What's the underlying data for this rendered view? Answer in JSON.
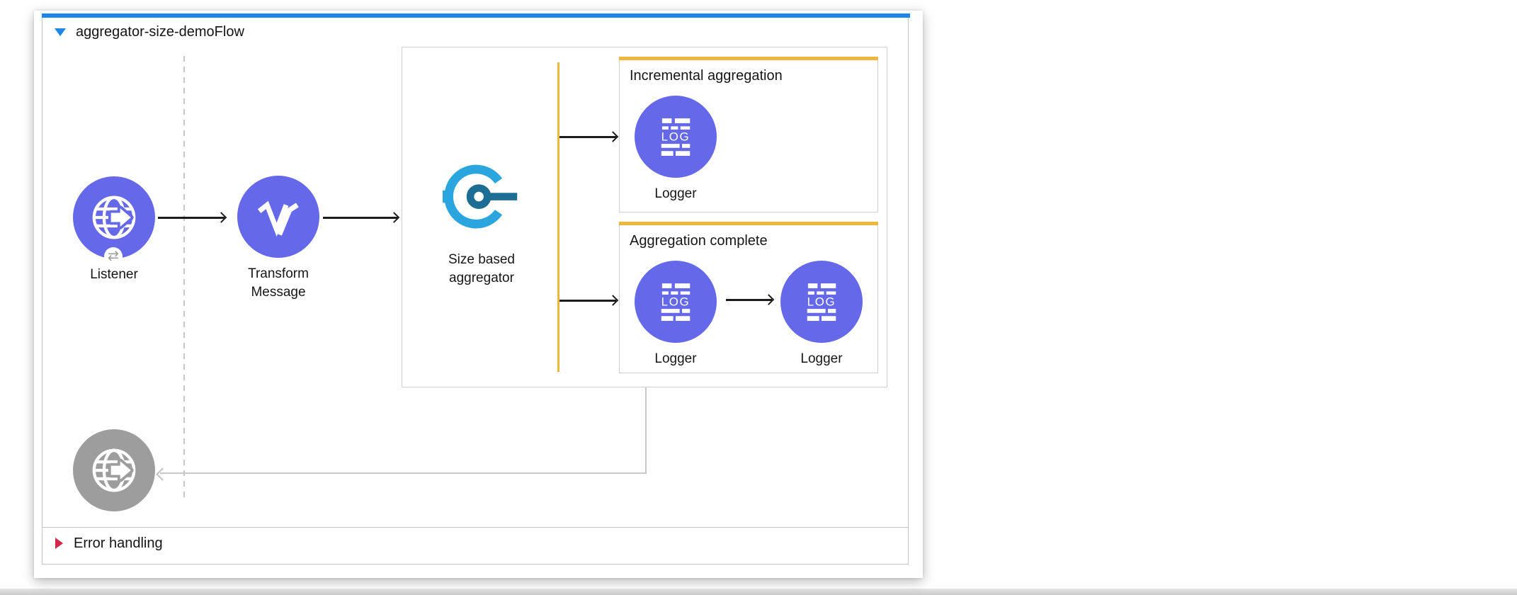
{
  "flow": {
    "title": "aggregator-size-demoFlow",
    "error_handling": {
      "label": "Error handling"
    },
    "nodes": {
      "listener": {
        "label": "Listener",
        "badge_glyph": "⇄"
      },
      "transform_message": {
        "line1": "Transform",
        "line2": "Message"
      },
      "size_based_aggregator": {
        "line1": "Size based",
        "line2": "aggregator"
      }
    },
    "scopes": {
      "incremental": {
        "title": "Incremental aggregation",
        "logger1": {
          "label": "Logger",
          "icon_text": "LOG"
        }
      },
      "complete": {
        "title": "Aggregation complete",
        "logger1": {
          "label": "Logger",
          "icon_text": "LOG"
        },
        "logger2": {
          "label": "Logger",
          "icon_text": "LOG"
        }
      }
    },
    "colors": {
      "accent_blue": "#1d86e8",
      "node_purple": "#6568e8",
      "node_gray": "#9d9d9d",
      "scope_orange": "#eeb73c",
      "aggregator_cyan": "#2aa5de",
      "aggregator_dark": "#1d6e94",
      "error_red": "#d0274a",
      "arrow_black": "#1c1c1c"
    }
  }
}
